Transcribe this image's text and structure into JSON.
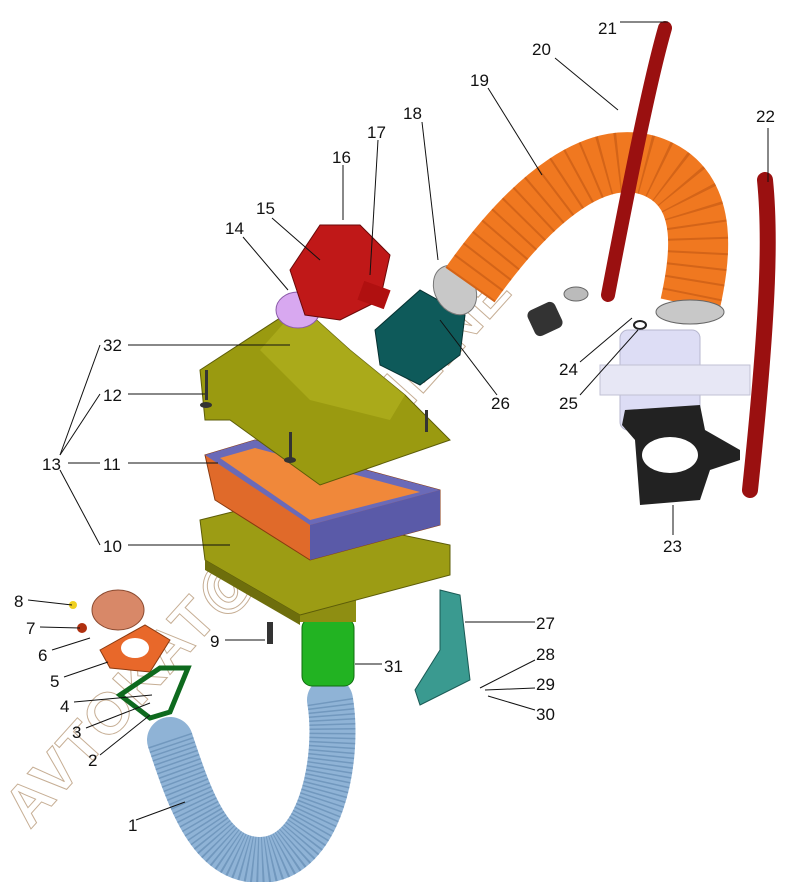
{
  "diagram": {
    "title": "Air intake system exploded view",
    "watermark": "AVTOKAT@LOG.ONLINE",
    "callouts": [
      "1",
      "2",
      "3",
      "4",
      "5",
      "6",
      "7",
      "8",
      "9",
      "10",
      "11",
      "12",
      "13",
      "14",
      "15",
      "16",
      "17",
      "18",
      "19",
      "20",
      "21",
      "22",
      "23",
      "24",
      "25",
      "26",
      "27",
      "28",
      "29",
      "30",
      "31",
      "32"
    ],
    "colors": {
      "hose_intake": "#8fb3d6",
      "hose_orange": "#f07820",
      "hose_red": "#9a1010",
      "housing": "#9a9a10",
      "filter": "#e06a2a",
      "filter_frame": "#6a6ab8",
      "maf": "#c01818",
      "adapter": "#0e5a5a",
      "bracket": "#3a9a90",
      "throttle": "#c8c8f0",
      "gasket": "#222222",
      "nozzle": "#20b020"
    }
  }
}
